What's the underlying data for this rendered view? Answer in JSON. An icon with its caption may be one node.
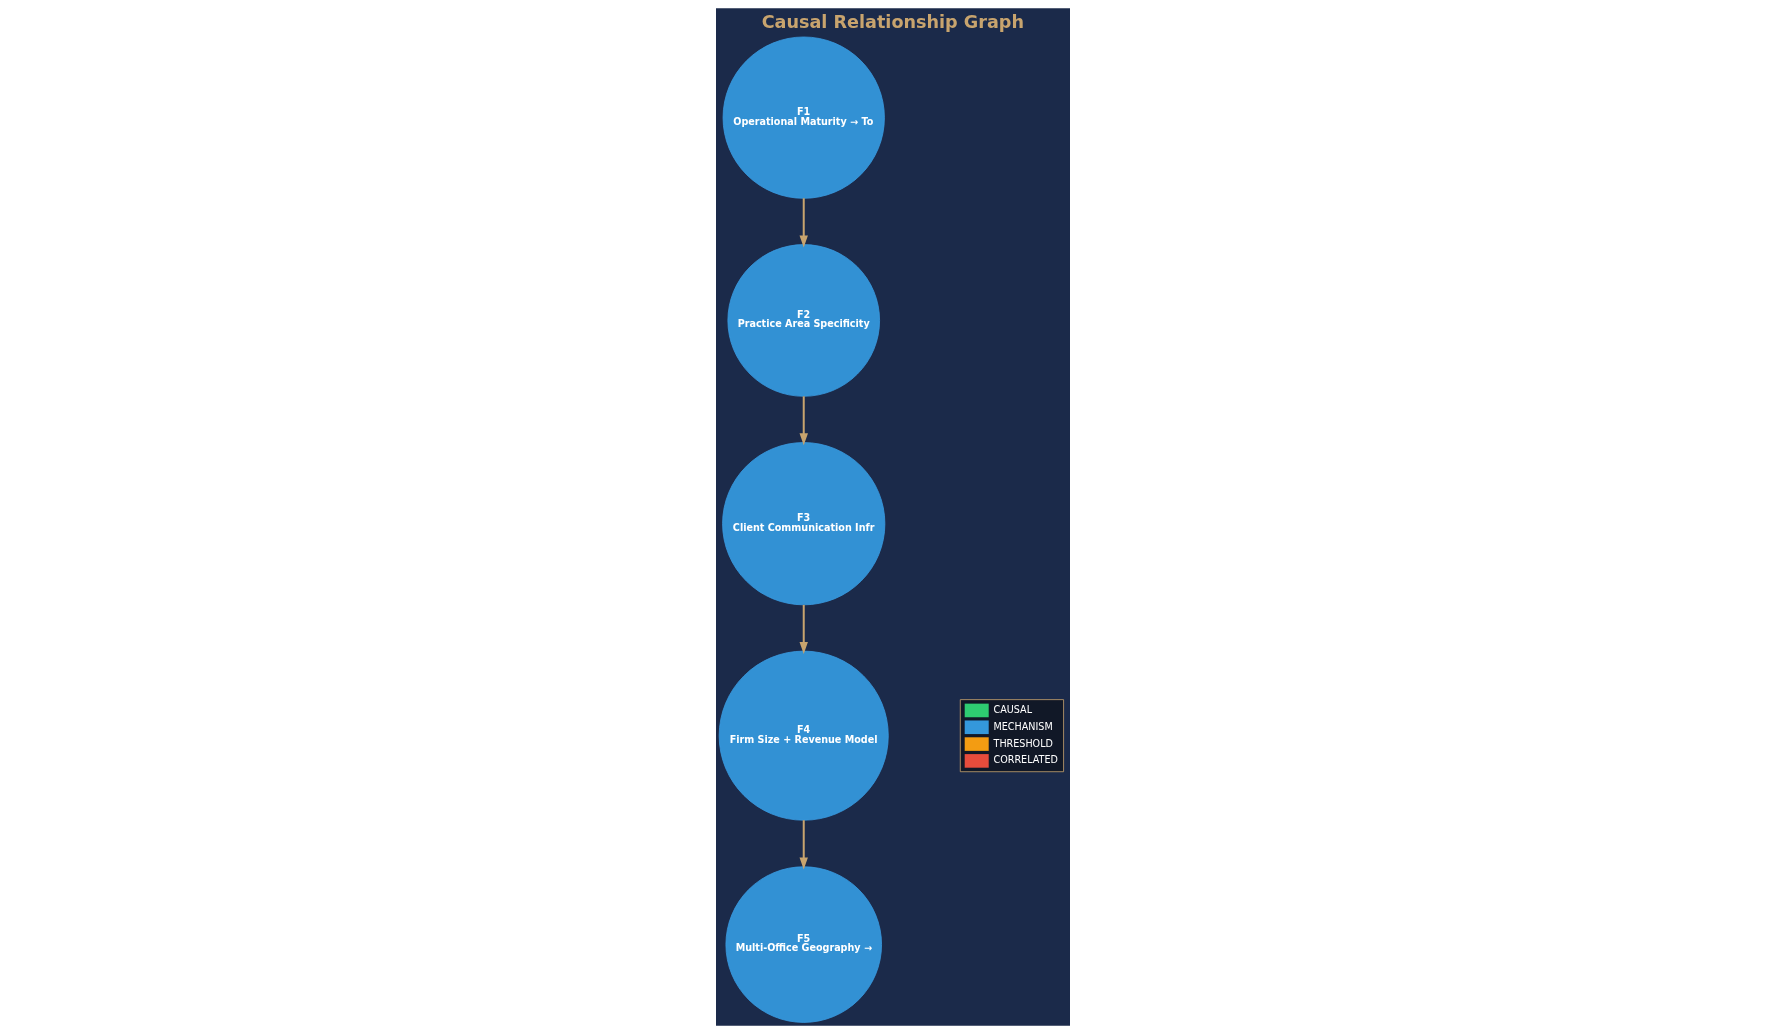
{
  "diagram": {
    "title": "Causal Relationship Graph",
    "nodes": [
      {
        "text": [
          "F1",
          "Operational Maturity → To"
        ]
      },
      {
        "text": [
          "F2",
          "Practice Area Specificity"
        ]
      },
      {
        "text": [
          "F3",
          "Client Communication Infr"
        ]
      },
      {
        "text": [
          "F4",
          "Firm Size + Revenue Model"
        ]
      },
      {
        "text": [
          "F5",
          "Multi-Office Geography →"
        ]
      }
    ],
    "edges": [
      {
        "from": 0,
        "to": 1,
        "arrow": "to"
      },
      {
        "from": 1,
        "to": 2,
        "arrow": "to"
      },
      {
        "from": 2,
        "to": 3,
        "arrow": "to"
      },
      {
        "from": 3,
        "to": 4,
        "arrow": "to"
      }
    ],
    "legend": [
      {
        "text": "CAUSAL",
        "color": "#2ecc71"
      },
      {
        "text": "MECHANISM",
        "color": "#3498db"
      },
      {
        "text": "THRESHOLD",
        "color": "#f39c12"
      },
      {
        "text": "CORRELATED",
        "color": "#e74c3c"
      }
    ]
  }
}
